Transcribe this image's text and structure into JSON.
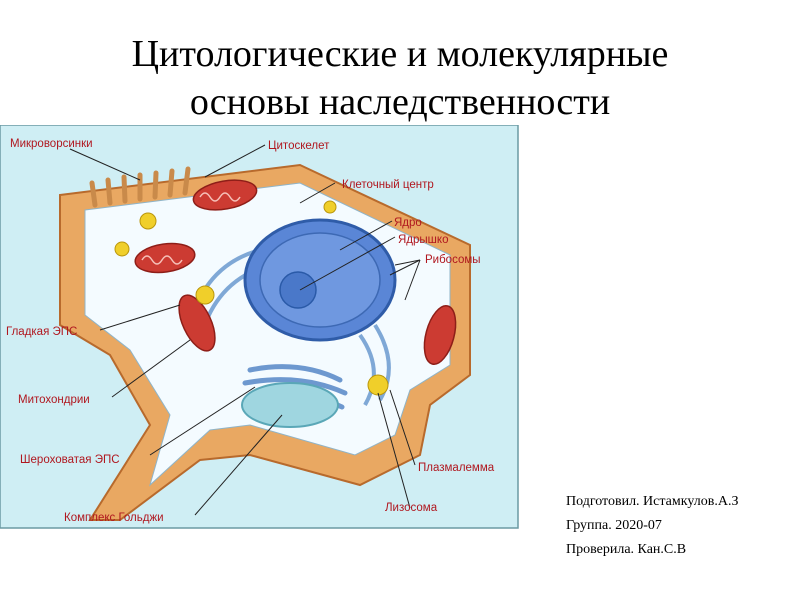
{
  "slide": {
    "title_line1": "Цитологические и молекулярные",
    "title_line2": "основы наследственности"
  },
  "diagram": {
    "labels": {
      "microvilli": "Микроворсинки",
      "cytoskeleton": "Цитоскелет",
      "cell_center": "Клеточный центр",
      "nucleus": "Ядро",
      "nucleolus": "Ядрышко",
      "ribosomes": "Рибосомы",
      "smooth_er": "Гладкая ЭПС",
      "mitochondria": "Митохондрии",
      "rough_er": "Шероховатая ЭПС",
      "plasmalemma": "Плазмалемма",
      "golgi": "Комплекс Гольджи",
      "lysosome": "Лизосома"
    },
    "colors": {
      "background": "#cfeef4",
      "cytoplasm": "#ffffff",
      "membrane": "#e8a65c",
      "nucleus": "#5a86d6",
      "mitochondria": "#cc3b32",
      "label": "#b0171f"
    }
  },
  "credits": {
    "prepared": "Подготовил. Истамкулов.А.З",
    "group": "Группа. 2020-07",
    "checked": "Проверила. Кан.С.В"
  }
}
